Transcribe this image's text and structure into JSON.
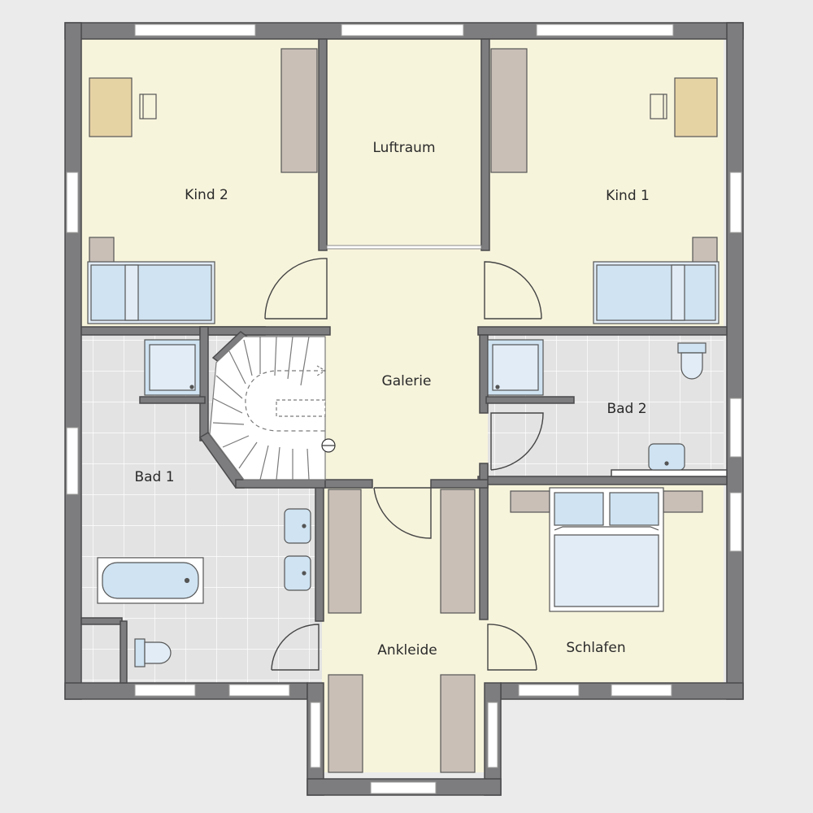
{
  "colors": {
    "background": "#ebebeb",
    "wall": "#7d7d7f",
    "wall_stroke": "#4a4a4c",
    "living_floor": "#f7f4dc",
    "bath_floor": "#e3e3e3",
    "tile_line": "#ffffff",
    "wardrobe": "#c9bfb7",
    "desk": "#e6d3a4",
    "bed_sheet": "#e1ecf6",
    "fixture": "#cfe3f2",
    "door_swing": "#444444"
  },
  "rooms": {
    "kind2": "Kind 2",
    "luftraum": "Luftraum",
    "kind1": "Kind 1",
    "galerie": "Galerie",
    "bad1": "Bad 1",
    "bad2": "Bad 2",
    "ankleide": "Ankleide",
    "schlafen": "Schlafen"
  },
  "icons": {
    "stair": "staircase-icon",
    "shower": "shower-icon",
    "toilet": "toilet-icon",
    "sink": "sink-icon",
    "bathtub": "bathtub-icon",
    "bed": "bed-icon",
    "desk": "desk-icon",
    "wardrobe": "wardrobe-icon"
  }
}
